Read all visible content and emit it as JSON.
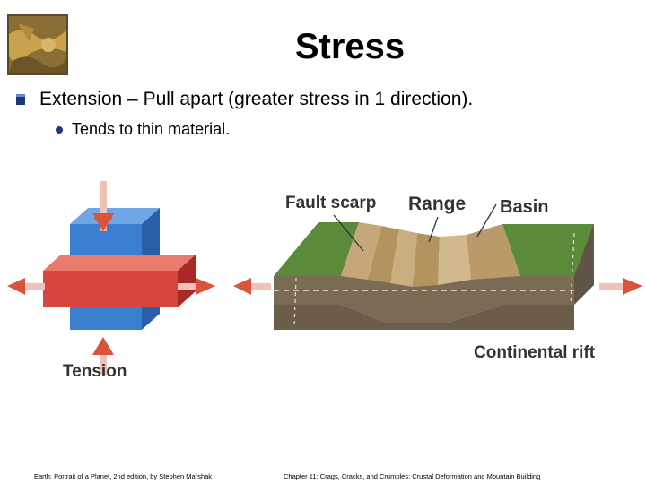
{
  "slide": {
    "title": "Stress",
    "bullet1": "Extension – Pull apart (greater stress in 1 direction).",
    "bullet2": "Tends to thin material."
  },
  "figure": {
    "labels": {
      "fault_scarp": "Fault scarp",
      "range": "Range",
      "basin": "Basin",
      "continental_rift": "Continental rift",
      "tension": "Tension"
    },
    "colors": {
      "block_blue": "#3b7fd0",
      "block_red": "#d8453c",
      "arrow": "#d9543a",
      "grass": "#5b8a3a",
      "rock": "#c4a878"
    }
  },
  "footer": {
    "left": "Earth: Portrait of a Planet, 2nd edition, by Stephen Marshak",
    "right": "Chapter 11: Crags, Cracks, and Crumples: Crustal Deformation and Mountain Building"
  }
}
